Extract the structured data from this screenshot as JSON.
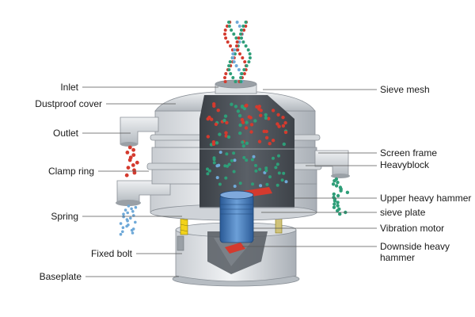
{
  "diagram": {
    "labels_left": [
      "Inlet",
      "Dustproof cover",
      "Outlet",
      "Clamp ring",
      "Spring",
      "Fixed bolt",
      "Baseplate"
    ],
    "labels_right": [
      [
        "Sieve mesh"
      ],
      [
        "Screen frame"
      ],
      [
        "Heavyblock"
      ],
      [
        "Upper heavy hammer"
      ],
      [
        "sieve plate"
      ],
      [
        "Vibration motor"
      ],
      [
        "Downside heavy",
        "hammer"
      ]
    ]
  },
  "colors": {
    "metal_light": "#e4e7ea",
    "metal_mid": "#b9bec4",
    "metal_dark": "#7d848c",
    "interior": "#4c5157",
    "motor_blue": "#3f74b6",
    "particle_red": "#d43a2e",
    "particle_green": "#2e9e78",
    "particle_blue": "#6fa9d8",
    "spring_yellow": "#f2d21a",
    "leader_line": "#555555"
  }
}
